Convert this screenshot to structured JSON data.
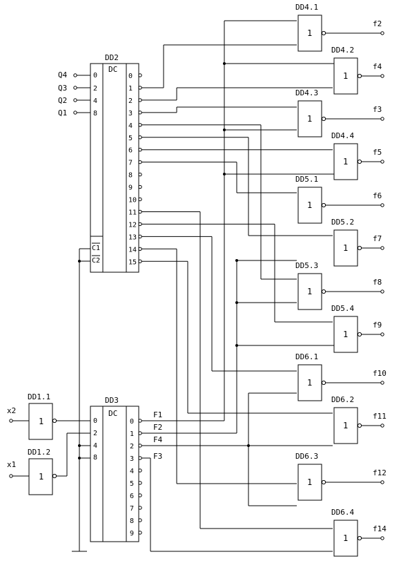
{
  "chips": {
    "dd2": {
      "label": "DD2",
      "func": "DC",
      "inputs": [
        "0",
        "2",
        "4",
        "8"
      ],
      "outputs": [
        "0",
        "1",
        "2",
        "3",
        "4",
        "5",
        "6",
        "7",
        "8",
        "9",
        "10",
        "11",
        "12",
        "13",
        "14",
        "15"
      ],
      "c1": "C1",
      "c2": "C2"
    },
    "dd3": {
      "label": "DD3",
      "func": "DC",
      "inputs": [
        "0",
        "2",
        "4",
        "8"
      ],
      "outputs": [
        "0",
        "1",
        "2",
        "3",
        "4",
        "5",
        "6",
        "7",
        "8",
        "9"
      ]
    },
    "dd1_1": {
      "label": "DD1.1",
      "func": "1"
    },
    "dd1_2": {
      "label": "DD1.2",
      "func": "1"
    }
  },
  "inputs": {
    "q4": "Q4",
    "q3": "Q3",
    "q2": "Q2",
    "q1": "Q1",
    "x2": "x2",
    "x1": "x1"
  },
  "signals": {
    "f1": "F1",
    "f2": "F2",
    "f4": "F4",
    "f3": "F3"
  },
  "gates": [
    {
      "label": "DD4.1",
      "func": "1",
      "out": "f2"
    },
    {
      "label": "DD4.2",
      "func": "1",
      "out": "f4"
    },
    {
      "label": "DD4.3",
      "func": "1",
      "out": "f3"
    },
    {
      "label": "DD4.4",
      "func": "1",
      "out": "f5"
    },
    {
      "label": "DD5.1",
      "func": "1",
      "out": "f6"
    },
    {
      "label": "DD5.2",
      "func": "1",
      "out": "f7"
    },
    {
      "label": "DD5.3",
      "func": "1",
      "out": "f8"
    },
    {
      "label": "DD5.4",
      "func": "1",
      "out": "f9"
    },
    {
      "label": "DD6.1",
      "func": "1",
      "out": "f10"
    },
    {
      "label": "DD6.2",
      "func": "1",
      "out": "f11"
    },
    {
      "label": "DD6.3",
      "func": "1",
      "out": "f12"
    },
    {
      "label": "DD6.4",
      "func": "1",
      "out": "f14"
    }
  ]
}
